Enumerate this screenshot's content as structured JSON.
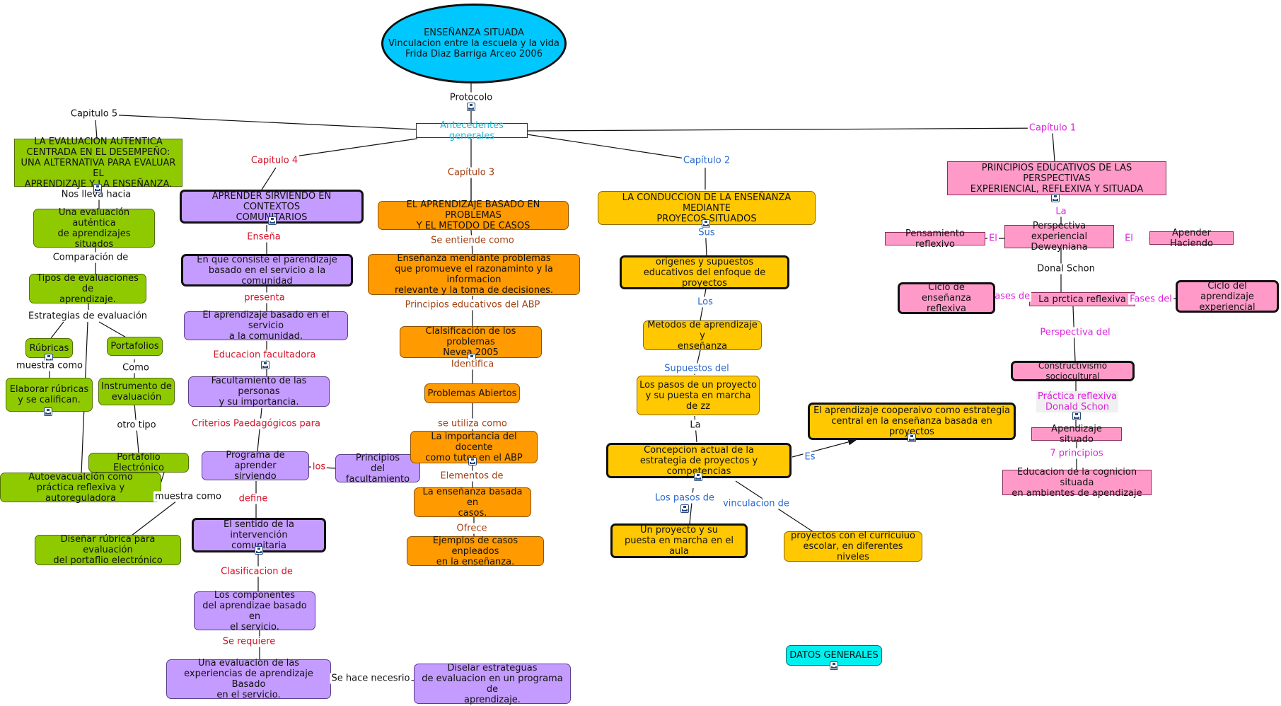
{
  "colors": {
    "root": "#00c8ff",
    "green": "#8fca00",
    "purple": "#c49bff",
    "orange": "#ff9a00",
    "yellow": "#ffc800",
    "pink": "#ff9ac8",
    "cyan": "#00f0f0",
    "link_red": "#d2142a",
    "link_brown": "#a24010",
    "link_blue": "#2a6acc",
    "link_magenta": "#dd22dd"
  },
  "map": {
    "root": "ENSEÑANZA SITUADA\nVinculacion entre la escuela y la vida\nFrida Diaz Barriga Arceo 2006",
    "protocolo": "Protocolo",
    "antecedentes": "Antecedentes generales",
    "capitulo_5": "Capitulo 5",
    "capitulo_4": "Capitulo 4",
    "capitulo_3": "Capítulo 3",
    "capitulo_2": "Capítulo 2",
    "capitulo_1": "Capítulo 1",
    "datos_generales": "DATOS GENERALES"
  },
  "cap5": {
    "evaluacion_autentica": "LA EVALUACION AUTENTICA\nCENTRADA EN EL DESEMPEÑO:\nUNA ALTERNATIVA PARA EVALUAR EL\nAPRENDIZAJE Y LA ENSEÑANZA.",
    "nos_lleva_hacia": "Nos lleva hacia",
    "evaluacion_autentica_aprendizajes": "Una evaluación auténtica\nde aprendizajes\nsituados",
    "comparacion_de": "Comparación de",
    "tipos_evaluaciones": "Tipos de evaluaciones de\naprendizaje.",
    "estrategias_evaluacion": "Estrategias de evaluación",
    "rubricas": "Rúbricas",
    "portafolios": "Portafolios",
    "muestra_como_1": "muestra como",
    "como": "Como",
    "elaborar_rubricas": "Elaborar rúbricas\ny se califican.",
    "instrumento_evaluacion": "Instrumento de\nevaluación",
    "otro_tipo": "otro tipo",
    "portafolio_electronico": "Portafolio Electrónico",
    "autoevaluacion": "Autoevacualción como\npráctica reflexiva y autoreguladora",
    "muestra_como_2": "muestra como",
    "disenar_rubrica": "Diseñar rúbrica para evaluación\ndel portaflio electrónico"
  },
  "cap4": {
    "aprender_sirviendo": "APRENDER SIRVIENDO EN CONTEXTOS\nCOMUNITARIOS",
    "ensena": "Enseña",
    "en_que_consiste": "En que consiste el parendizaje\nbasado en el servicio a la comunidad",
    "presenta": "presenta",
    "aprendizaje_basado_servicio": "El aprendizaje basado en el servicio\na la comunidad.",
    "educacion_facultadora": "Educacion facultadora",
    "facultamiento": "Facultamiento de las personas\ny su importancia.",
    "criterios": "Criterios Paedagógicos para",
    "programa": "Programa de aprender\nsirviendo",
    "los": "los",
    "principios_facultamiento": "Principios\ndel facultamiento",
    "define": "define",
    "sentido": "El sentido de la intervención\ncomunitaria",
    "clasificacion_de": "Clasificacion de",
    "componentes": "Los componentes\ndel aprendizae basado en\nel servicio.",
    "se_requiere": "Se requiere",
    "una_evaluacion": "Una evaluacion de las\nexperiencias de aprendizaje Basado\nen el servicio.",
    "se_hace_necesrio": "Se hace necesrio",
    "disenar_estrategias": "Diselar estrateguas\nde evaluacion  en un programa de\naprendizaje."
  },
  "cap3": {
    "abp": "EL APRENDIZAJE BASADO EN PROBLEMAS\nY EL METODO DE CASOS",
    "se_entiende_como": "Se entiende como",
    "ensenanza_problemas": "Enseñanza mendiante problemas\nque promueve el razonaminto y la informacion\nrelevante y la toma de decisiones.",
    "principios_abp": "Principios educativos del ABP",
    "clasificacion_problemas": "Clalsificación de los problemas\nNevea 2005",
    "identifica": "Identifica",
    "problemas_abiertos": "Problemas Abiertos",
    "se_utiliza_como": "se utiliza como",
    "importancia_docente": "La importancia del docente\ncomo tutor en el ABP",
    "elementos_de": "Elementos de",
    "ensenanza_casos": "La enseñanza basada en\ncasos.",
    "ofrece": "Ofrece",
    "ejemplos_casos": "Ejemplos de casos enpleados\nen la enseñanza."
  },
  "cap2": {
    "conduccion": "LA CONDUCCION DE LA ENSEÑANZA MEDIANTE\nPROYECOS SITUADOS",
    "sus": "Sus",
    "origenes": "origenes y supuestos\neducativos del enfoque de proyectos",
    "los": "Los",
    "metodos": "Metodos de aprendizaje y\nenseñanza",
    "supuestos_del": "Supuestos del",
    "pasos_proyecto": "Los pasos de un proyecto\ny su puesta en marcha\nde zz",
    "la": "La",
    "concepcion_actual": "Concepcion actual de la\nestrategia de proyectos y competencias",
    "es": "Es",
    "aprendizaje_cooperativo": "El aprendizaje cooperaivo como estrategia\ncentral en la enseñanza basada en proyectos",
    "los_pasos_de": "Los pasos de",
    "vinculacion_de": "vinculacion de",
    "un_proyecto": "Un proyecto y su\npuesta en marcha en el aula",
    "proyectos_curriculo": "proyectos con el curricuiuo\nescolar, en diferentes niveles"
  },
  "cap1": {
    "principios": "PRINCIPIOS EDUCATIVOS DE LAS PERSPECTIVAS\nEXPERIENCIAL, REFLEXIVA Y SITUADA",
    "la": "La",
    "perspectiva_experiencial": "Perspectiva experiencial\nDeweyniana",
    "el_left": "El",
    "el_right": "El",
    "pensamiento_reflexivo": "Pensamiento reflexivo",
    "aprender_haciendo": "Apender Haciendo",
    "donal_schon": "Donal Schon",
    "practica_reflexiva": "La prctica reflexiva",
    "fases_de_left": "Fases de",
    "fases_de_right": "Fases del",
    "ciclo_ensenanza": "Ciclo de enseñanza\nreflexiva",
    "ciclo_aprendizaje": "Ciclo del aprendizaje\nexperiencial",
    "perspectiva_del": "Perspectiva del",
    "constructivismo": "Constructivismo sociocultural",
    "practica_reflexiva_schon": "Práctica reflexiva\nDonald Schon",
    "aprendizaje_situado": "Apendizaje situado",
    "siete_principios": "7 principios",
    "educacion_cognicion": "Educacion de la cognicion situada\nen ambientes de apendizaje"
  }
}
